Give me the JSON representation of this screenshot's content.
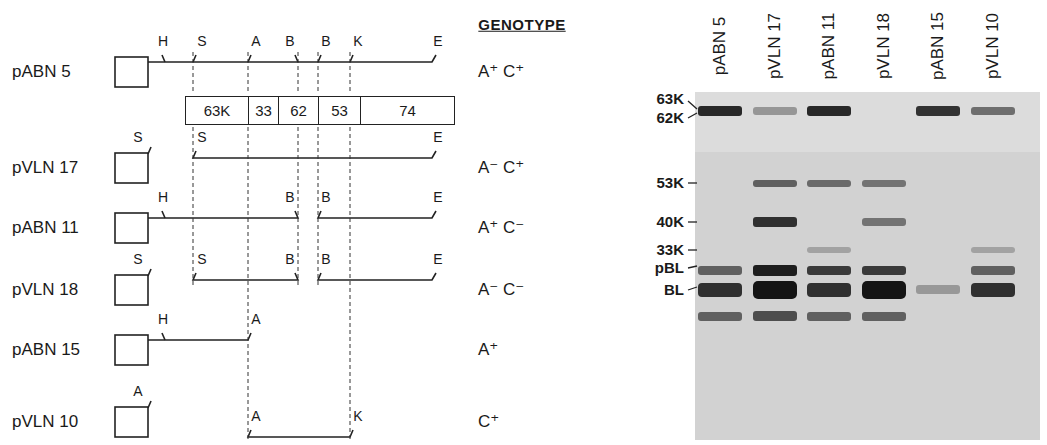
{
  "diagram": {
    "nodes": [
      {
        "text": [
          "63K"
        ]
      },
      {
        "text": [
          "33"
        ]
      },
      {
        "text": [
          "62"
        ]
      },
      {
        "text": [
          "53"
        ]
      },
      {
        "text": [
          "74"
        ]
      }
    ],
    "labels": [
      "GENOTYPE",
      "pABN 5",
      "H",
      "S",
      "A",
      "B",
      "B",
      "K",
      "E",
      "A⁺ C⁺",
      "pVLN 17",
      "S",
      "S",
      "E",
      "A⁻ C⁺",
      "pABN 11",
      "H",
      "B",
      "B",
      "E",
      "A⁺ C⁻",
      "pVLN 18",
      "S",
      "S",
      "B",
      "B",
      "E",
      "A⁻ C⁻",
      "pABN 15",
      "H",
      "A",
      "A⁺",
      "pVLN 10",
      "A",
      "A",
      "K",
      "C⁺",
      "pABN 5",
      "pVLN 17",
      "pABN 11",
      "pVLN 18",
      "pABN 15",
      "pVLN 10",
      "63K",
      "62K",
      "53K",
      "40K",
      "33K",
      "pBL",
      "BL"
    ]
  }
}
